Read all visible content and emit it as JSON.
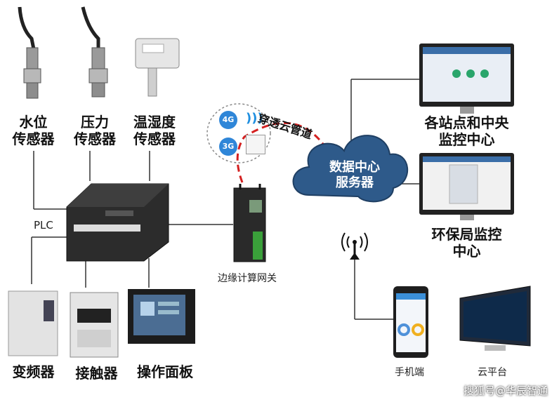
{
  "sensors": {
    "water_level_line1": "水位",
    "water_level_line2": "传感器",
    "pressure_line1": "压力",
    "pressure_line2": "传感器",
    "temp_humidity_line1": "温湿度",
    "temp_humidity_line2": "传感器"
  },
  "plc_label": "PLC",
  "devices": {
    "inverter": "变频器",
    "contactor": "接触器",
    "operator_panel": "操作面板"
  },
  "gateway_label": "边缘计算网关",
  "wireless": {
    "badge_4g": "4G",
    "badge_3g": "3G",
    "link_label": "穿透云管道"
  },
  "cloud_line1": "数据中心",
  "cloud_line2": "服务器",
  "monitors": {
    "stations_line1": "各站点和中央",
    "stations_line2": "监控中心",
    "env_line1": "环保局监控",
    "env_line2": "中心"
  },
  "clients": {
    "mobile": "手机端",
    "cloud_platform": "云平台"
  },
  "watermark": "搜狐号@华辰智通"
}
